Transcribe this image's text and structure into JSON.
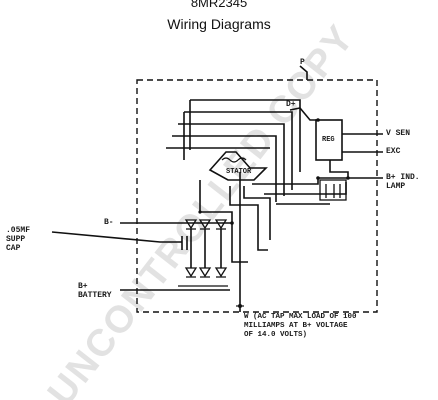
{
  "header": {
    "part_number": "8MR2345",
    "title": "Wiring Diagrams"
  },
  "watermark": "UNCONTROLLED COPY",
  "diagram": {
    "box_top_tag": "P",
    "inner_tag": "D+",
    "regulator_label": "REG",
    "stator_label": "STATOR",
    "labels": {
      "v_sen": "V SEN",
      "exc": "EXC",
      "b_plus_ind_lamp": "B+ IND.\nLAMP",
      "cap": ".05MF\nSUPP\nCAP",
      "b_minus": "B-",
      "b_plus_battery": "B+\nBATTERY",
      "ac_tap_note": "W (AC TAP MAX LOAD OF 100\nMILLIAMPS AT B+ VOLTAGE\nOF 14.0 VOLTS)"
    }
  }
}
